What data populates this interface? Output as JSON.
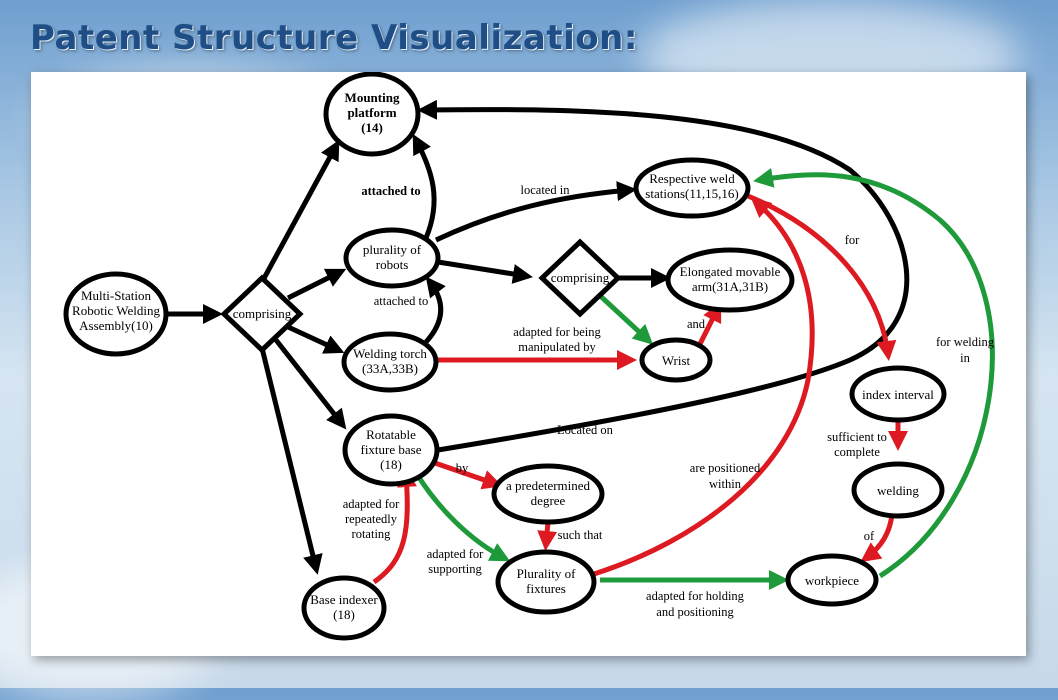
{
  "page": {
    "title": "Patent Structure Visualization:"
  },
  "nodes": {
    "assembly": [
      "Multi-Station",
      "Robotic Welding",
      "Assembly(10)"
    ],
    "comprising1": [
      "comprising"
    ],
    "mounting": [
      "Mounting",
      "platform",
      "(14)"
    ],
    "robots": [
      "plurality of",
      "robots"
    ],
    "torch": [
      "Welding torch",
      "(33A,33B)"
    ],
    "fixture_base": [
      "Rotatable",
      "fixture base",
      "(18)"
    ],
    "base_indexer": [
      "Base indexer",
      "(18)"
    ],
    "stations": [
      "Respective weld",
      "stations(11,15,16)"
    ],
    "comprising2": [
      "comprising"
    ],
    "arm": [
      "Elongated movable",
      "arm(31A,31B)"
    ],
    "wrist": [
      "Wrist"
    ],
    "degree": [
      "a predetermined",
      "degree"
    ],
    "fixtures": [
      "Plurality of",
      "fixtures"
    ],
    "index_interval": [
      "index interval"
    ],
    "welding": [
      "welding"
    ],
    "workpiece": [
      "workpiece"
    ]
  },
  "edge_labels": {
    "attached_to_top": [
      "attached to"
    ],
    "located_in": [
      "located in"
    ],
    "attached_to_mid": [
      "attached to"
    ],
    "adapted_manipulated": [
      "adapted for being",
      "manipulated by"
    ],
    "and": [
      "and"
    ],
    "for": [
      "for"
    ],
    "for_welding_in": [
      "for welding",
      "in"
    ],
    "located_on": [
      "Located on"
    ],
    "by": [
      "by"
    ],
    "are_positioned_within": [
      "are positioned",
      "within"
    ],
    "sufficient_to_complete": [
      "sufficient to",
      "complete"
    ],
    "adapted_repeatedly_rotating": [
      "adapted for",
      "repeatedly",
      "rotating"
    ],
    "such_that": [
      "such that"
    ],
    "of": [
      "of"
    ],
    "adapted_supporting": [
      "adapted for",
      "supporting"
    ],
    "adapted_holding_positioning": [
      "adapted for holding",
      "and positioning"
    ]
  },
  "colors": {
    "black_edge": "#000000",
    "red_edge": "#dd1a22",
    "green_edge": "#1f9a3a",
    "title": "#1f4d86"
  }
}
